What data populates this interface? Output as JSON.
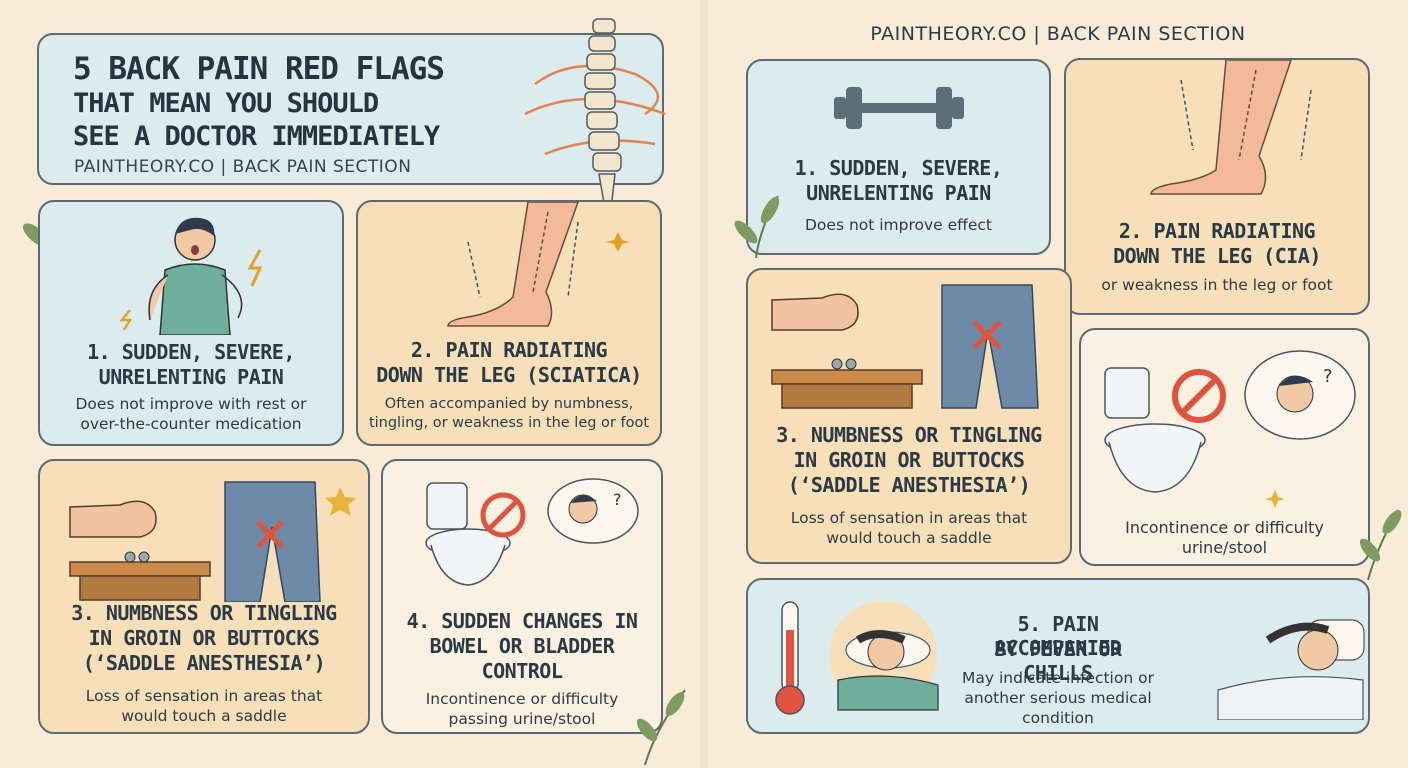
{
  "left": {
    "title_line1": "5 BACK PAIN RED FLAGS",
    "title_line2": "THAT MEAN YOU SHOULD",
    "title_line3": "SEE A DOCTOR IMMEDIATELY",
    "subtitle": "PAINTHEORY.CO | BACK PAIN SECTION",
    "cards": [
      {
        "title1": "1. SUDDEN, SEVERE,",
        "title2": "UNRELENTING PAIN",
        "desc1": "Does not improve with rest or",
        "desc2": "over-the-counter medication"
      },
      {
        "title1": "2. PAIN RADIATING",
        "title2": "DOWN THE LEG (SCIATICA)",
        "desc1": "Often accompanied by numbness,",
        "desc2": "tingling, or weakness in the leg or foot"
      },
      {
        "title1": "3. NUMBNESS OR TINGLING",
        "title2": "IN GROIN OR BUTTOCKS",
        "title3": "(‘SADDLE ANESTHESIA’)",
        "desc1": "Loss of sensation in areas that",
        "desc2": "would touch a saddle"
      },
      {
        "title1": "4. SUDDEN CHANGES IN",
        "title2": "BOWEL OR BLADDER",
        "title3": "CONTROL",
        "desc1": "Incontinence or difficulty",
        "desc2": "passing urine/stool"
      }
    ]
  },
  "right": {
    "header": "PAINTHEORY.CO | BACK PAIN SECTION",
    "cards": [
      {
        "title1": "1. SUDDEN, SEVERE,",
        "title2": "UNRELENTING PAIN",
        "desc1": "Does not improve effect"
      },
      {
        "title1": "2. PAIN RADIATING",
        "title2": "DOWN THE LEG (CIA)",
        "desc1": "or weakness in the leg or foot"
      },
      {
        "title1": "3. NUMBNESS OR TINGLING",
        "title2": "IN GROIN OR BUTTOCKS",
        "title3": "(‘SADDLE ANESTHESIA’)",
        "desc1": "Loss of sensation in areas that",
        "desc2": "would touch a saddle"
      },
      {
        "desc1": "Incontinence or difficulty",
        "desc2": "urine/stool"
      },
      {
        "title1": "5. PAIN ACCOMPANIED",
        "title2": "BY FEVER OR CHILLS",
        "desc1": "May indicate infection or",
        "desc2": "another serious medical condition"
      }
    ]
  },
  "colors": {
    "background": "#f8ebd8",
    "card_blue": "#dcecee",
    "card_peach": "#f6dfb9",
    "card_cream": "#fbf1e2",
    "accent_red": "#e0543f",
    "accent_orange": "#e58a4f"
  }
}
